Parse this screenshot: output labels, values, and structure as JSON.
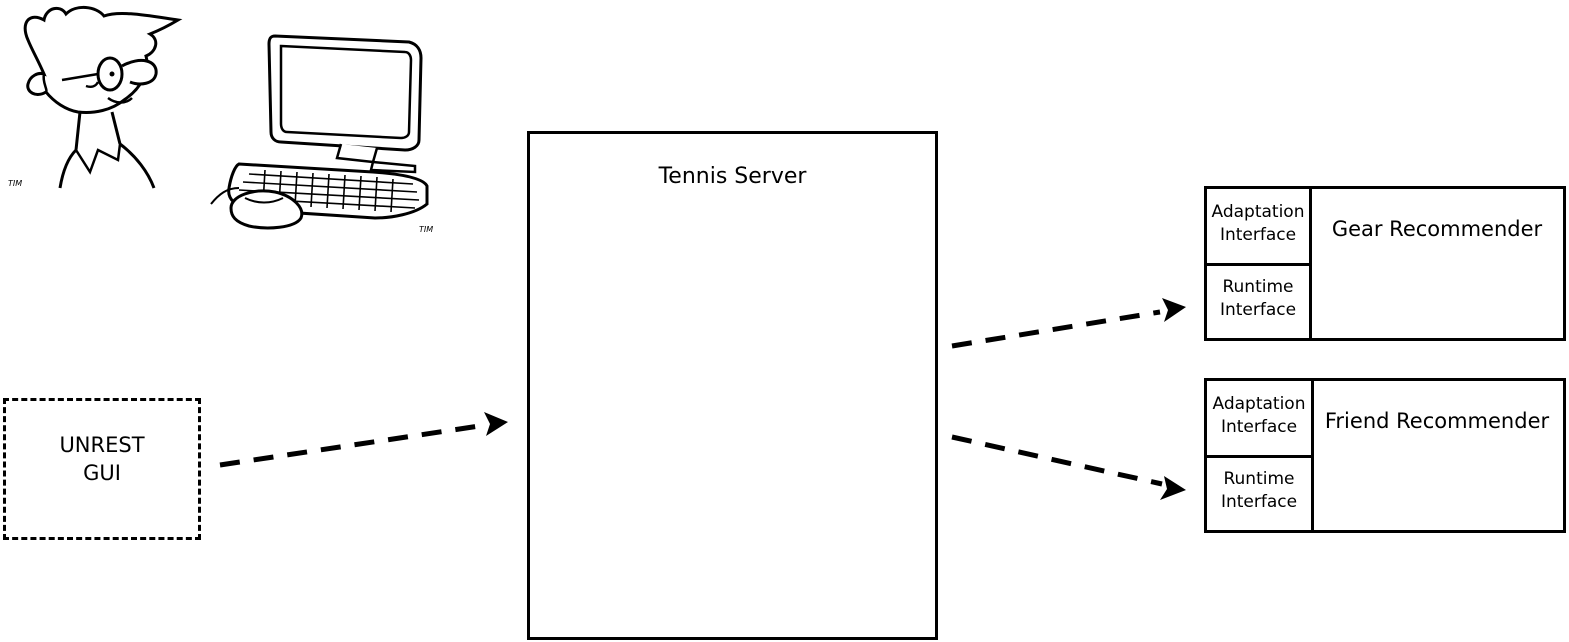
{
  "client": {
    "label_line1": "UNREST",
    "label_line2": "GUI"
  },
  "server": {
    "title": "Tennis Server"
  },
  "services": [
    {
      "name": "Gear Recommender",
      "adaptation": {
        "line1": "Adaptation",
        "line2": "Interface"
      },
      "runtime": {
        "line1": "Runtime",
        "line2": "Interface"
      }
    },
    {
      "name": "Friend Recommender",
      "adaptation": {
        "line1": "Adaptation",
        "line2": "Interface"
      },
      "runtime": {
        "line1": "Runtime",
        "line2": "Interface"
      }
    }
  ],
  "clipart": {
    "person_signature": "TIM",
    "computer_signature": "TIM"
  },
  "colors": {
    "stroke": "#000000",
    "background": "#ffffff"
  }
}
